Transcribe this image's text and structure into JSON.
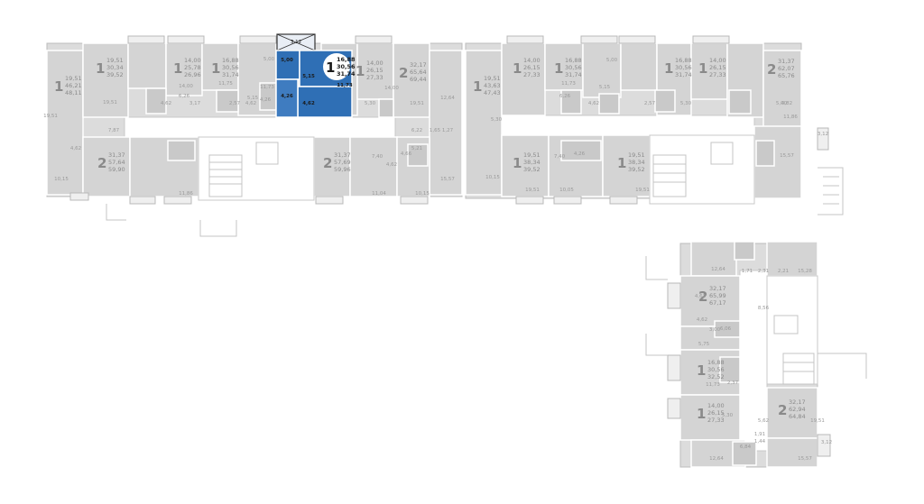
{
  "apartments": [
    {
      "id": "apt-a1",
      "rooms": "1",
      "areas": [
        "19,51",
        "46,21",
        "48,11"
      ],
      "selected": false
    },
    {
      "id": "apt-a2",
      "rooms": "1",
      "areas": [
        "19,51",
        "30,34",
        "39,52"
      ],
      "selected": false
    },
    {
      "id": "apt-a3",
      "rooms": "1",
      "areas": [
        "14,00",
        "25,78",
        "26,96"
      ],
      "selected": false
    },
    {
      "id": "apt-a4",
      "rooms": "1",
      "areas": [
        "16,88",
        "30,56",
        "31,74"
      ],
      "selected": false
    },
    {
      "id": "apt-a5",
      "rooms": "1",
      "areas": [
        "16,88",
        "30,56",
        "31,74"
      ],
      "selected": true
    },
    {
      "id": "apt-a6",
      "rooms": "1",
      "areas": [
        "14,00",
        "26,15",
        "27,33"
      ],
      "selected": false
    },
    {
      "id": "apt-a7",
      "rooms": "2",
      "areas": [
        "32,17",
        "65,64",
        "69,44"
      ],
      "selected": false
    },
    {
      "id": "apt-a8",
      "rooms": "2",
      "areas": [
        "31,37",
        "57,64",
        "59,90"
      ],
      "selected": false
    },
    {
      "id": "apt-a9",
      "rooms": "2",
      "areas": [
        "31,37",
        "57,69",
        "59,96"
      ],
      "selected": false
    },
    {
      "id": "apt-b1",
      "rooms": "1",
      "areas": [
        "19,51",
        "43,63",
        "47,43"
      ],
      "selected": false
    },
    {
      "id": "apt-b2",
      "rooms": "1",
      "areas": [
        "14,00",
        "26,15",
        "27,33"
      ],
      "selected": false
    },
    {
      "id": "apt-b3",
      "rooms": "1",
      "areas": [
        "16,88",
        "30,56",
        "31,74"
      ],
      "selected": false
    },
    {
      "id": "apt-b4",
      "rooms": "1",
      "areas": [
        "16,88",
        "30,56",
        "31,74"
      ],
      "selected": false
    },
    {
      "id": "apt-b5",
      "rooms": "1",
      "areas": [
        "14,00",
        "26,15",
        "27,33"
      ],
      "selected": false
    },
    {
      "id": "apt-b6",
      "rooms": "2",
      "areas": [
        "31,37",
        "62,07",
        "65,76"
      ],
      "selected": false
    },
    {
      "id": "apt-b7",
      "rooms": "1",
      "areas": [
        "19,51",
        "38,34",
        "39,52"
      ],
      "selected": false
    },
    {
      "id": "apt-b8",
      "rooms": "1",
      "areas": [
        "19,51",
        "38,34",
        "39,52"
      ],
      "selected": false
    },
    {
      "id": "apt-c1",
      "rooms": "2",
      "areas": [
        "32,17",
        "65,99",
        "67,17"
      ],
      "selected": false
    },
    {
      "id": "apt-c2",
      "rooms": "1",
      "areas": [
        "16,88",
        "30,56",
        "32,52"
      ],
      "selected": false
    },
    {
      "id": "apt-c3",
      "rooms": "1",
      "areas": [
        "14,00",
        "26,15",
        "27,33"
      ],
      "selected": false
    },
    {
      "id": "apt-c4",
      "rooms": "2",
      "areas": [
        "32,17",
        "62,94",
        "64,84"
      ],
      "selected": false
    }
  ],
  "room_labels": [
    "19,51",
    "19,51",
    "10,15",
    "4,62",
    "7,87",
    "14,00",
    "6,26",
    "4,62",
    "3,17",
    "5,00",
    "5,15",
    "4,62",
    "14,00",
    "19,51",
    "12,64",
    "11,73",
    "11,75",
    "2,57",
    "5,30",
    "4,26",
    "11,04",
    "11,86",
    "10,15",
    "7,40",
    "6,22",
    "1,65",
    "1,27",
    "15,57",
    "4,62",
    "5,21",
    "5,30",
    "5,00",
    "6,26",
    "4,62",
    "5,15",
    "11,73",
    "2,57",
    "5,30",
    "10,15",
    "7,40",
    "11,86",
    "15,57",
    "4,26",
    "10,05",
    "19,51",
    "19,51",
    "12,64",
    "1,71",
    "2,31",
    "15,28",
    "4,62",
    "8,56",
    "6,06",
    "4,62",
    "3,00",
    "5,75",
    "11,73",
    "2,37",
    "5,30",
    "5,62",
    "19,51",
    "12,64",
    "15,57",
    "1,91",
    "1,44",
    "2,21",
    "5,00",
    "4,82",
    "6,84",
    "3,12",
    "4,66",
    "3,12"
  ],
  "selected_unit": {
    "rooms": "1",
    "areas": [
      "16,88",
      "30,56",
      "31,74"
    ],
    "rooms_inside": [
      "5,00",
      "5,15",
      "4,62",
      "4,26",
      "11,73",
      "3,12"
    ],
    "balcony": "3,12"
  },
  "colors": {
    "selected": "#2f6fb5",
    "room": "#d4d4d4",
    "wall": "#dcdcdc",
    "background": "#ffffff"
  }
}
